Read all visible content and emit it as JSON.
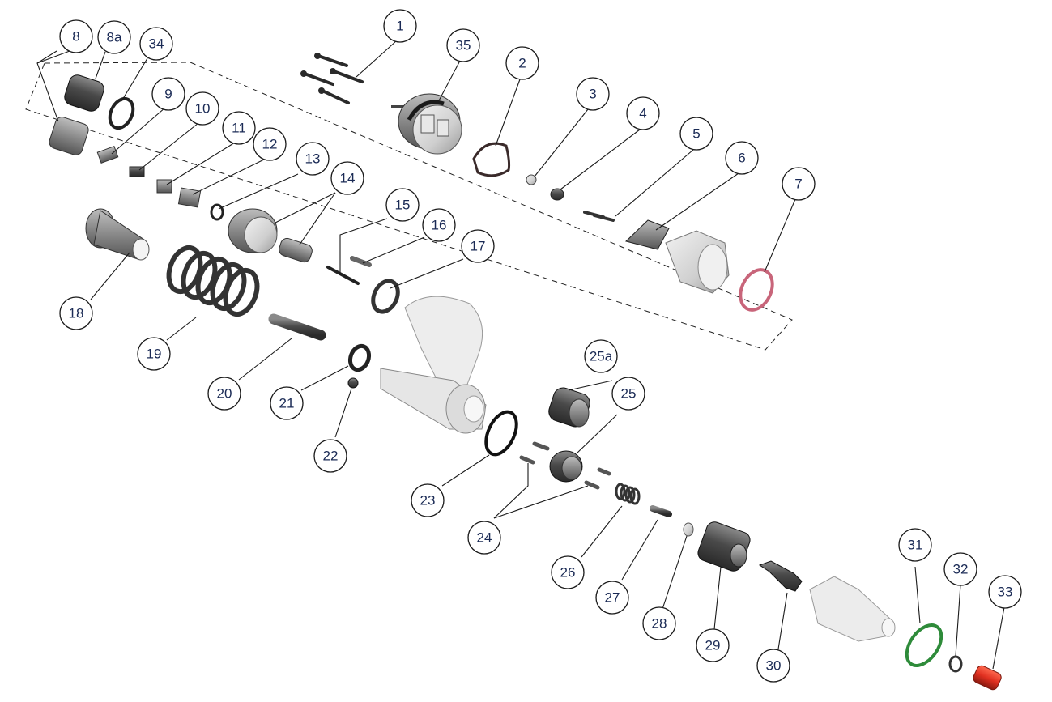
{
  "diagram": {
    "callouts": [
      "1",
      "2",
      "3",
      "4",
      "5",
      "6",
      "7",
      "8",
      "8a",
      "9",
      "10",
      "11",
      "12",
      "13",
      "14",
      "15",
      "16",
      "17",
      "18",
      "19",
      "20",
      "21",
      "22",
      "23",
      "24",
      "25",
      "25a",
      "26",
      "27",
      "28",
      "29",
      "30",
      "31",
      "32",
      "33",
      "34",
      "35"
    ],
    "colors": {
      "ink": "#1a1a1a",
      "label": "#1a2a55",
      "o_ring_pink": "#c8657a",
      "o_ring_green": "#2e8b3a",
      "end_cap_red": "#e03020",
      "gasket_dark": "#3a2a2a",
      "part_dark": "#4a4a4a",
      "part_light": "#d8d8d8",
      "housing_translucent": "#e6e6e6"
    }
  }
}
